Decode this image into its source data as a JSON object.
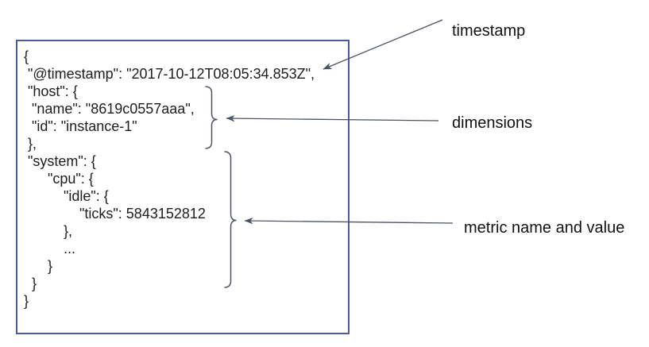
{
  "document": {
    "lines": [
      "{",
      " \"@timestamp\": \"2017-10-12T08:05:34.853Z\",",
      " \"host\": {",
      "  \"name\": \"8619c0557aaa\",",
      "  \"id\": \"instance-1\"",
      " },",
      " \"system\": {",
      "      \"cpu\": {",
      "          \"idle\": {",
      "              \"ticks\": 5843152812",
      "          },",
      "          ...",
      "      }",
      "  }",
      "}"
    ]
  },
  "annotations": {
    "timestamp_label": "timestamp",
    "dimensions_label": "dimensions",
    "metric_label": "metric name and value"
  },
  "colors": {
    "box_border": "#4a5d9a",
    "code_text": "#1d1d1f",
    "label_text": "#111111",
    "annotation_lines": "#4d5565"
  }
}
